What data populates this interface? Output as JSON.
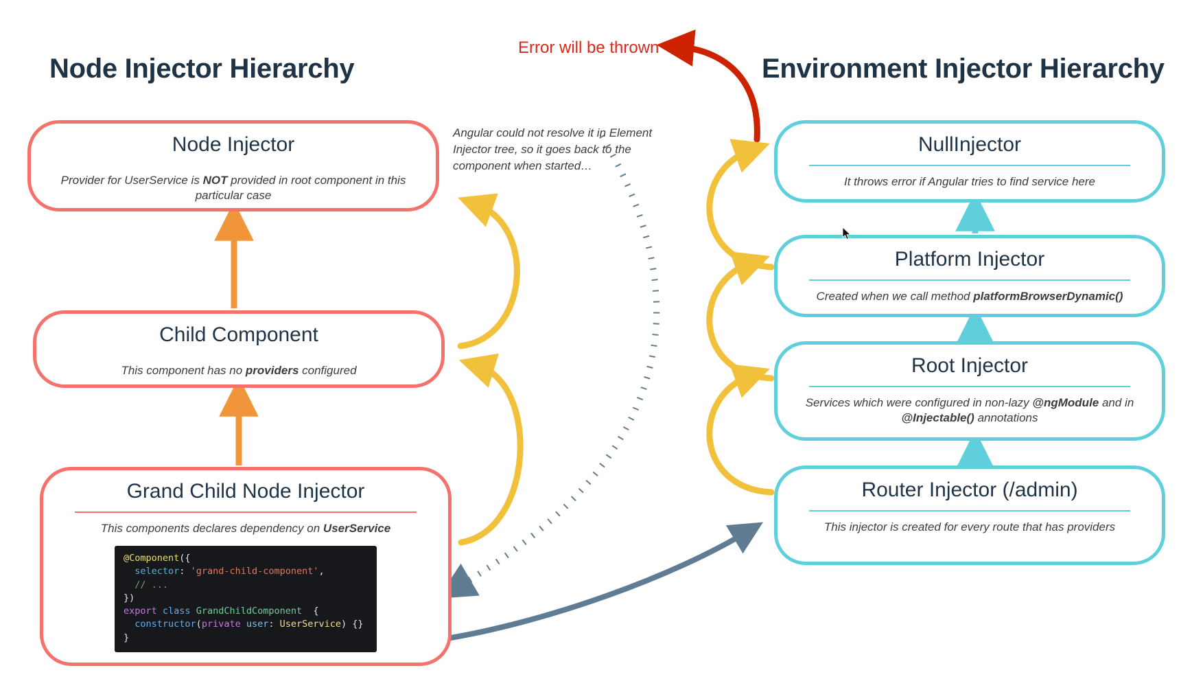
{
  "columns": {
    "left_title": "Node Injector Hierarchy",
    "right_title": "Environment Injector Hierarchy"
  },
  "colors": {
    "node_border": "#f4726b",
    "env_border": "#5ecfdb",
    "heading": "#1f3347",
    "error_text": "#d9291c",
    "error_arrow": "#cc2200",
    "lookup_arrow": "#f2c13c",
    "node_arrow": "#f0953a",
    "env_arrow": "#5ecfdb",
    "dotted_arrow": "#5f7c93",
    "solid_slate_arrow": "#5f7c93",
    "code_background": "#17181c"
  },
  "node_hierarchy": [
    {
      "id": "node-injector",
      "title": "Node Injector",
      "subtitle_parts": [
        {
          "text": "Provider for UserService is ",
          "bold": false
        },
        {
          "text": "NOT",
          "bold": true
        },
        {
          "text": " provided in root component in this particular case",
          "bold": false
        }
      ]
    },
    {
      "id": "child-component",
      "title": "Child Component",
      "subtitle_parts": [
        {
          "text": "This component has no ",
          "bold": false
        },
        {
          "text": "providers",
          "bold": true
        },
        {
          "text": " configured",
          "bold": false
        }
      ]
    },
    {
      "id": "grand-child-node-injector",
      "title": "Grand Child Node Injector",
      "subtitle_parts": [
        {
          "text": "This components declares dependency on ",
          "bold": false
        },
        {
          "text": "UserService",
          "bold": true
        }
      ]
    }
  ],
  "environment_hierarchy": [
    {
      "id": "null-injector",
      "title": "NullInjector",
      "subtitle_parts": [
        {
          "text": "It throws error if Angular tries to find service here",
          "bold": false
        }
      ]
    },
    {
      "id": "platform-injector",
      "title": "Platform Injector",
      "subtitle_parts": [
        {
          "text": "Created when we call method ",
          "bold": false
        },
        {
          "text": "platformBrowserDynamic()",
          "bold": true
        }
      ]
    },
    {
      "id": "root-injector",
      "title": "Root Injector",
      "subtitle_parts": [
        {
          "text": "Services which were configured in non-lazy ",
          "bold": false
        },
        {
          "text": "@ngModule",
          "bold": true
        },
        {
          "text": " and in ",
          "bold": false
        },
        {
          "text": "@Injectable()",
          "bold": true
        },
        {
          "text": " annotations",
          "bold": false
        }
      ]
    },
    {
      "id": "router-injector",
      "title": "Router Injector (/admin)",
      "subtitle_parts": [
        {
          "text": "This injector is created for every route that has providers",
          "bold": false
        }
      ]
    }
  ],
  "code_snippet": {
    "language": "typescript",
    "lines": [
      [
        {
          "t": "@Component",
          "c": "c-dec"
        },
        {
          "t": "({",
          "c": "c-punc"
        }
      ],
      [
        {
          "t": "  ",
          "c": "c-punc"
        },
        {
          "t": "selector",
          "c": "c-attr"
        },
        {
          "t": ": ",
          "c": "c-punc"
        },
        {
          "t": "'grand-child-component'",
          "c": "c-str"
        },
        {
          "t": ",",
          "c": "c-punc"
        }
      ],
      [
        {
          "t": "  // ...",
          "c": "c-cmt"
        }
      ],
      [
        {
          "t": "})",
          "c": "c-punc"
        }
      ],
      [
        {
          "t": "export",
          "c": "c-key"
        },
        {
          "t": " ",
          "c": "c-punc"
        },
        {
          "t": "class",
          "c": "c-fn"
        },
        {
          "t": " ",
          "c": "c-punc"
        },
        {
          "t": "GrandChildComponent",
          "c": "c-cls"
        },
        {
          "t": "  {",
          "c": "c-punc"
        }
      ],
      [
        {
          "t": "  ",
          "c": "c-punc"
        },
        {
          "t": "constructor",
          "c": "c-fn"
        },
        {
          "t": "(",
          "c": "c-punc"
        },
        {
          "t": "private",
          "c": "c-key"
        },
        {
          "t": " ",
          "c": "c-punc"
        },
        {
          "t": "user",
          "c": "c-var"
        },
        {
          "t": ": ",
          "c": "c-punc"
        },
        {
          "t": "UserService",
          "c": "c-type"
        },
        {
          "t": ") {}",
          "c": "c-punc"
        }
      ],
      [
        {
          "t": "}",
          "c": "c-punc"
        }
      ]
    ]
  },
  "annotations": {
    "error_label": "Error will be thrown",
    "resolve_note": "Angular could not resolve it in Element Injector tree, so it goes back to the component when started…"
  },
  "icons": {
    "cursor": "mouse-pointer-icon"
  }
}
